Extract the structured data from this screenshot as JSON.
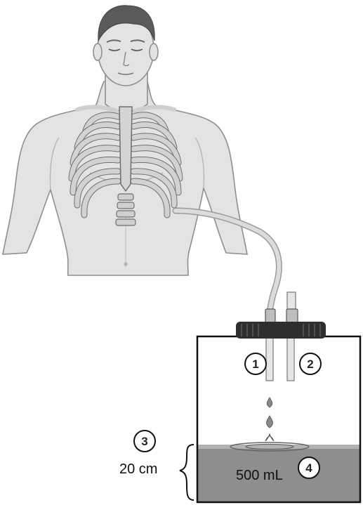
{
  "colors": {
    "skin": "#e3e3e3",
    "skin_outline": "#8f8f8f",
    "bone": "#cfcfcf",
    "bone_outline": "#6e6e6e",
    "tube": "#d9d9d9",
    "cap": "#2e2e2e",
    "fluid": "#8e8e8e",
    "box_line": "#111111"
  },
  "icons": {
    "patient": "human-torso-with-rib-cage",
    "bottle": "chest-drain-water-seal-bottle"
  },
  "callouts": {
    "c1": "1",
    "c2": "2",
    "c3": "3",
    "c4": "4"
  },
  "labels": {
    "depth": "20 cm",
    "volume": "500 mL"
  }
}
